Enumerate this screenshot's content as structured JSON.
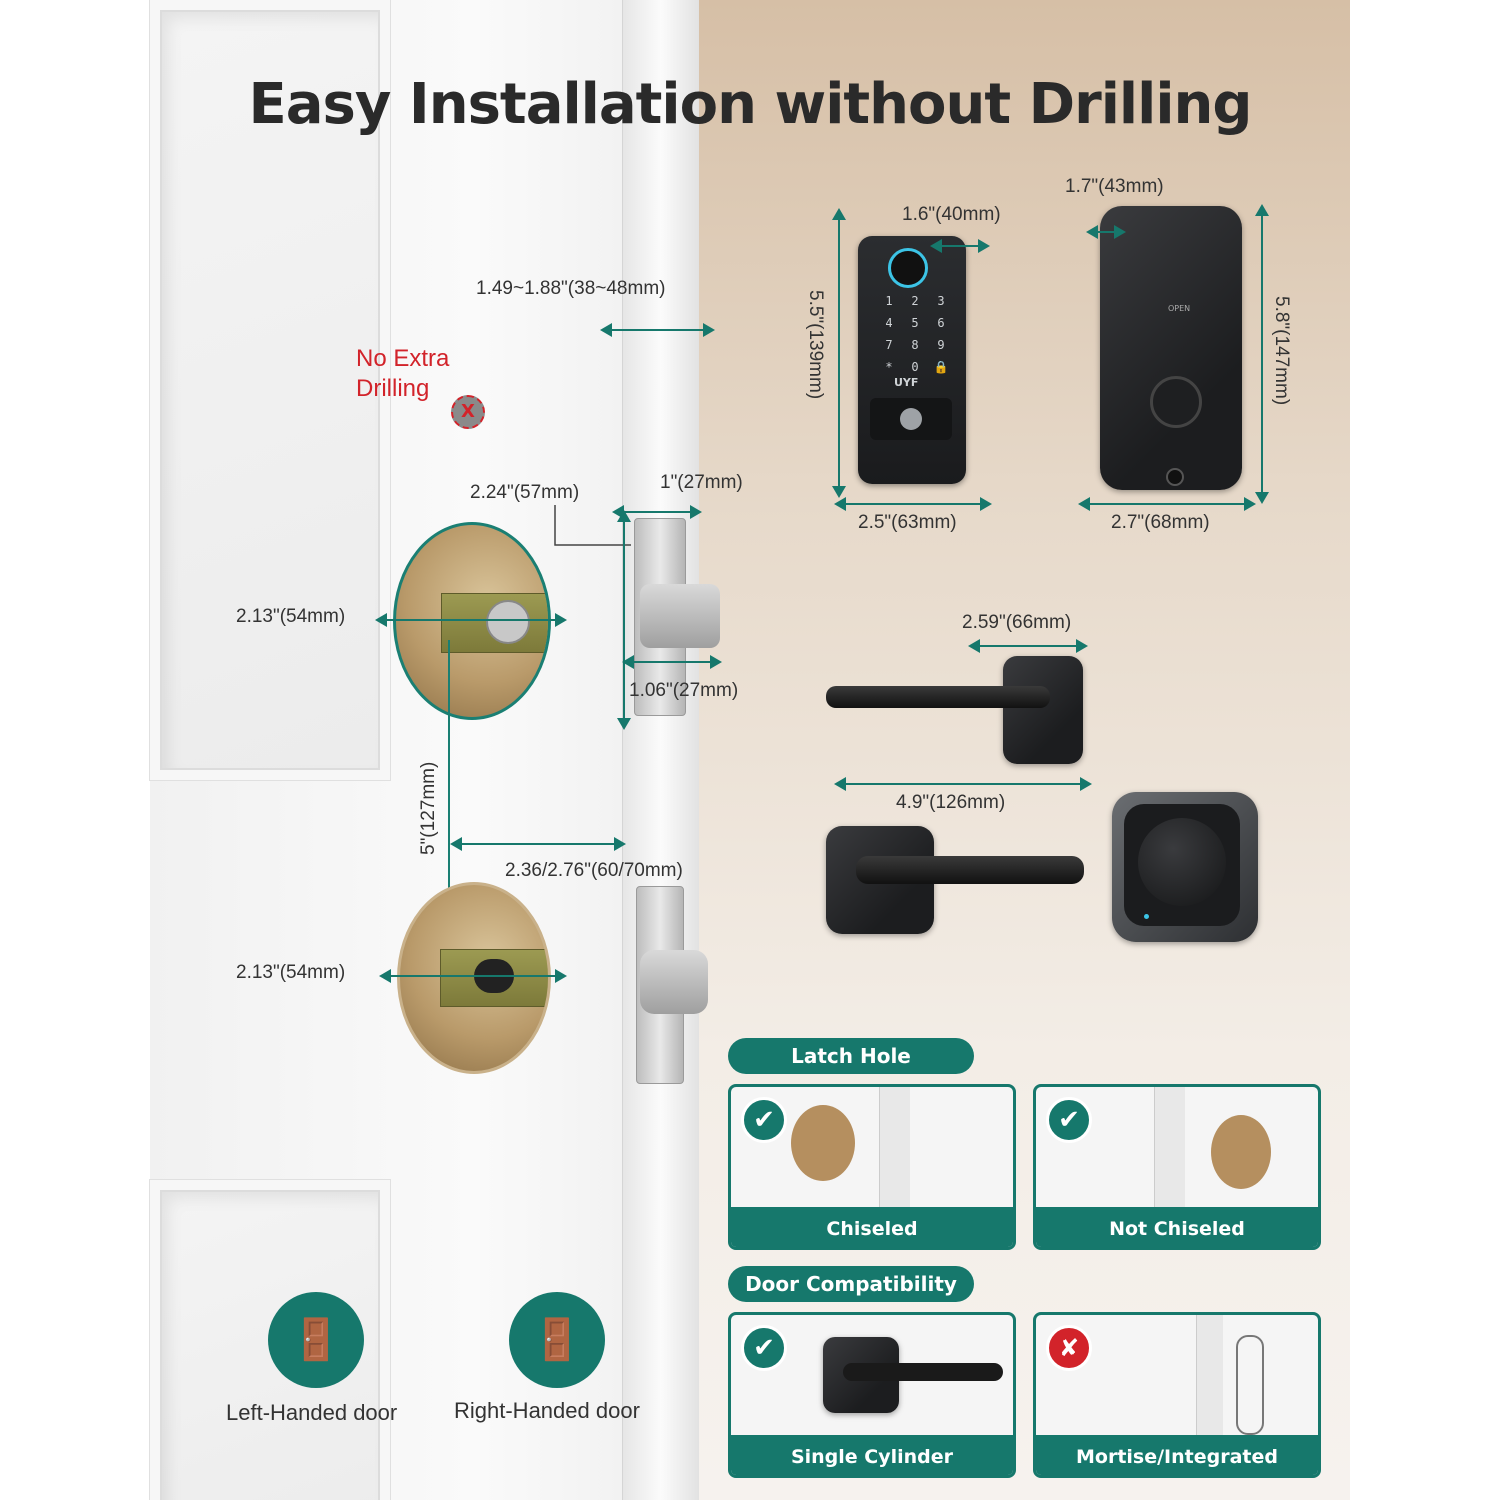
{
  "title": "Easy Installation without Drilling",
  "no_drilling": {
    "line1": "No Extra",
    "line2": "Drilling",
    "mark": "X"
  },
  "dims": {
    "backset_thickness": "1.49~1.88\"(38~48mm)",
    "front_width": "1.6\"(40mm)",
    "rear_depth": "1.7\"(43mm)",
    "front_height": "5.5\"(139mm)",
    "rear_height": "5.8\"(147mm)",
    "front_base": "2.5\"(63mm)",
    "rear_base": "2.7\"(68mm)",
    "hole_top": "2.24\"(57mm)",
    "plate_width": "1\"(27mm)",
    "hole_dia_top": "2.13\"(54mm)",
    "latch_width": "1.06\"(27mm)",
    "spacing": "5\"(127mm)",
    "backset": "2.36/2.76\"(60/70mm)",
    "hole_dia_bottom": "2.13\"(54mm)",
    "lever_rose": "2.59\"(66mm)",
    "lever_length": "4.9\"(126mm)"
  },
  "keypad": {
    "keys": [
      "1",
      "2",
      "3",
      "4",
      "5",
      "6",
      "7",
      "8",
      "9",
      "*",
      "0",
      "🔒"
    ],
    "brand": "UYF"
  },
  "rear_label": "OPEN",
  "latch_hole": {
    "title": "Latch Hole",
    "options": [
      {
        "label": "Chiseled",
        "status": "✔"
      },
      {
        "label": "Not Chiseled",
        "status": "✔"
      }
    ]
  },
  "door_compat": {
    "title": "Door Compatibility",
    "options": [
      {
        "label": "Single Cylinder",
        "status": "✔"
      },
      {
        "label": "Mortise/Integrated",
        "status": "✘"
      }
    ]
  },
  "handedness": [
    {
      "label": "Left-Handed door",
      "icon": "left-door-icon"
    },
    {
      "label": "Right-Handed door",
      "icon": "right-door-icon"
    }
  ],
  "colors": {
    "teal": "#16786c",
    "red": "#d2232a",
    "wall": "#d6bfa6"
  }
}
